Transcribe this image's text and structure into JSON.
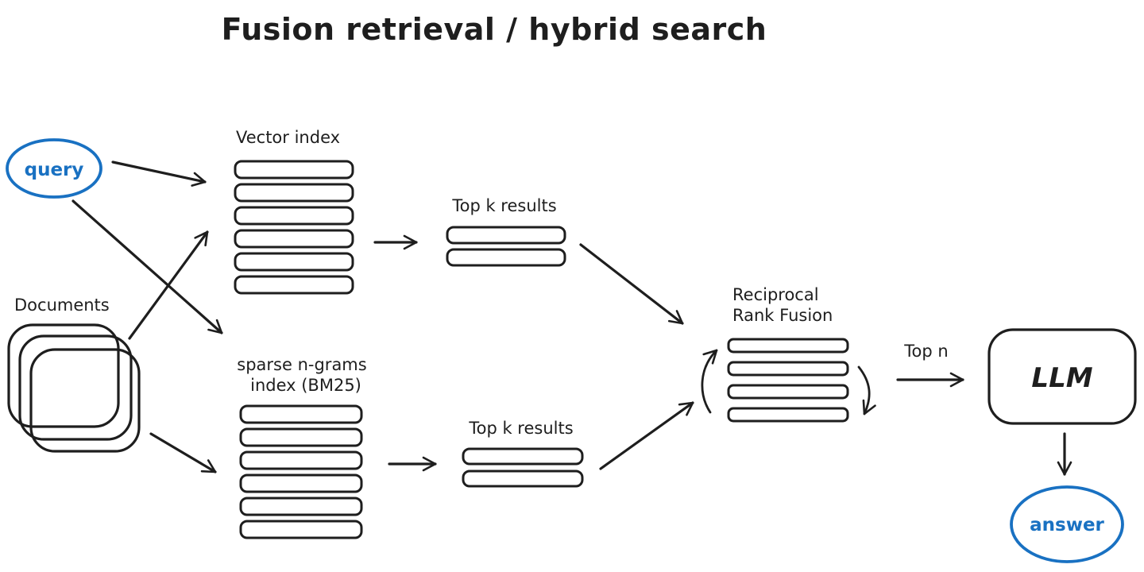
{
  "title": "Fusion retrieval / hybrid search",
  "colors": {
    "ink": "#1e1e1e",
    "accent_blue": "#1971c2",
    "background": "#ffffff"
  },
  "nodes": {
    "query": {
      "label": "query"
    },
    "documents": {
      "label": "Documents"
    },
    "vector_index": {
      "label": "Vector index",
      "rows": 6
    },
    "top_k_results_vector": {
      "label": "Top k results",
      "rows": 2
    },
    "sparse_index": {
      "label_line1": "sparse n-grams",
      "label_line2": "index (BM25)",
      "rows": 6
    },
    "top_k_results_sparse": {
      "label": "Top k results",
      "rows": 2
    },
    "rrf": {
      "label_line1": "Reciprocal",
      "label_line2": "Rank Fusion",
      "rows": 4
    },
    "top_n": {
      "label": "Top n"
    },
    "llm": {
      "label": "LLM"
    },
    "answer": {
      "label": "answer"
    }
  },
  "edges": [
    {
      "from": "query",
      "to": "vector-index"
    },
    {
      "from": "query",
      "to": "sparse-index"
    },
    {
      "from": "documents",
      "to": "vector-index"
    },
    {
      "from": "documents",
      "to": "sparse-index"
    },
    {
      "from": "vector-index",
      "to": "top-k-results-vector"
    },
    {
      "from": "top-k-results-vector",
      "to": "reciprocal-rank-fusion"
    },
    {
      "from": "sparse-index",
      "to": "top-k-results-sparse"
    },
    {
      "from": "top-k-results-sparse",
      "to": "reciprocal-rank-fusion"
    },
    {
      "from": "reciprocal-rank-fusion",
      "to": "llm",
      "label": "Top n"
    },
    {
      "from": "llm",
      "to": "answer"
    }
  ]
}
